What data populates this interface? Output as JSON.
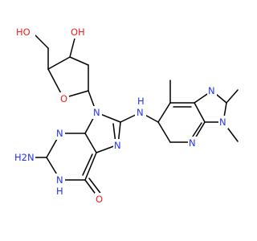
{
  "molecule": {
    "atoms": {
      "ho": "HO",
      "oh": "OH",
      "ring_o": "O",
      "n9": "N",
      "n7": "N",
      "nh_linker": "N",
      "nh_linker_h": "H",
      "n3": "N",
      "n1": "N",
      "n1_h": "H",
      "h2n": "H2N",
      "c6_o": "O",
      "n_bridge": "N",
      "n_pyridine_top": "N",
      "n_pyridine_bottom": "N",
      "n_pyrido_right": "N"
    },
    "colors": {
      "nitrogen": "#2233ee",
      "oxygen": "#ee2222",
      "bond": "#000000",
      "background": "#ffffff"
    }
  }
}
